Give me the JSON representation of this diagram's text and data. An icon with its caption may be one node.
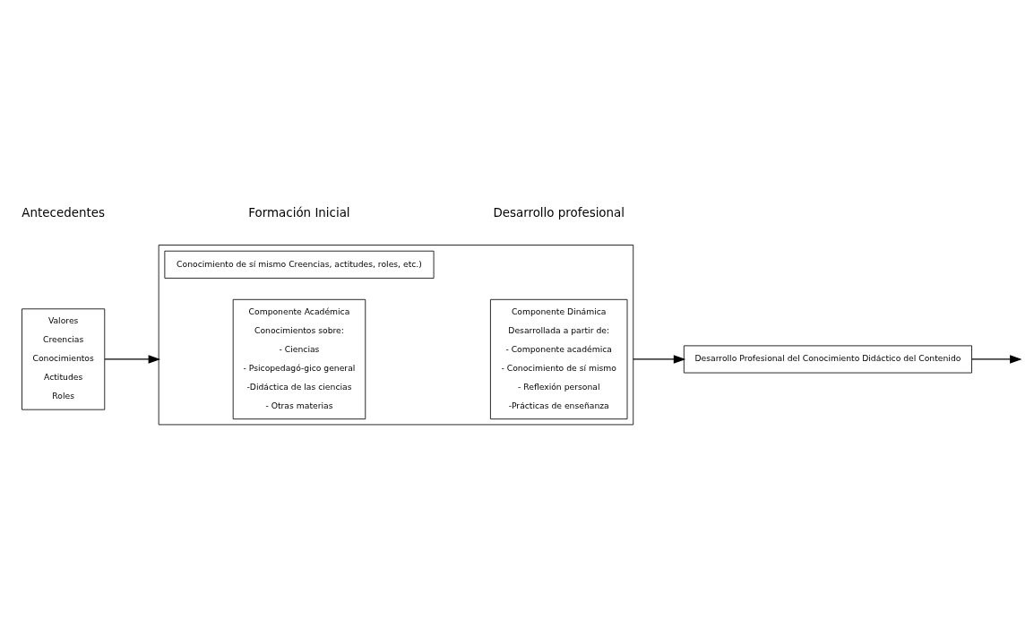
{
  "diagram": {
    "nodes": [
      {
        "text": [
          "Valores",
          "Creencias",
          "Conocimientos",
          "Actitudes",
          "Roles"
        ]
      },
      {
        "text": [],
        "shape": "box"
      },
      {
        "text": [
          "Conocimiento de sí mismo Creencias, actitudes, roles, etc.)"
        ],
        "in": 1
      },
      {
        "text": [
          "Componente Académica",
          "Conocimientos sobre:",
          "- Ciencias",
          "- Psicopedagó-gico general",
          "-Didáctica de las ciencias",
          "- Otras materias"
        ],
        "in": 1
      },
      {
        "text": [
          "Componente Dinámica",
          "Desarrollada a partir de:",
          "- Componente académica",
          "- Conocimiento de sí mismo",
          "- Reflexión personal",
          "-Prácticas de enseñanza"
        ],
        "in": 1
      },
      {
        "text": [
          "Desarrollo Profesional del Conocimiento Didáctico del Contenido"
        ]
      }
    ],
    "edges": [
      {
        "from": 0,
        "to": 1,
        "arrow": "to"
      },
      {
        "from": 1,
        "to": 5,
        "arrow": "to"
      },
      {
        "from": 5,
        "to": null,
        "arrow": "to"
      }
    ],
    "labels": [
      "Antecedentes",
      "Formación Inicial",
      "Desarrollo profesional"
    ]
  }
}
